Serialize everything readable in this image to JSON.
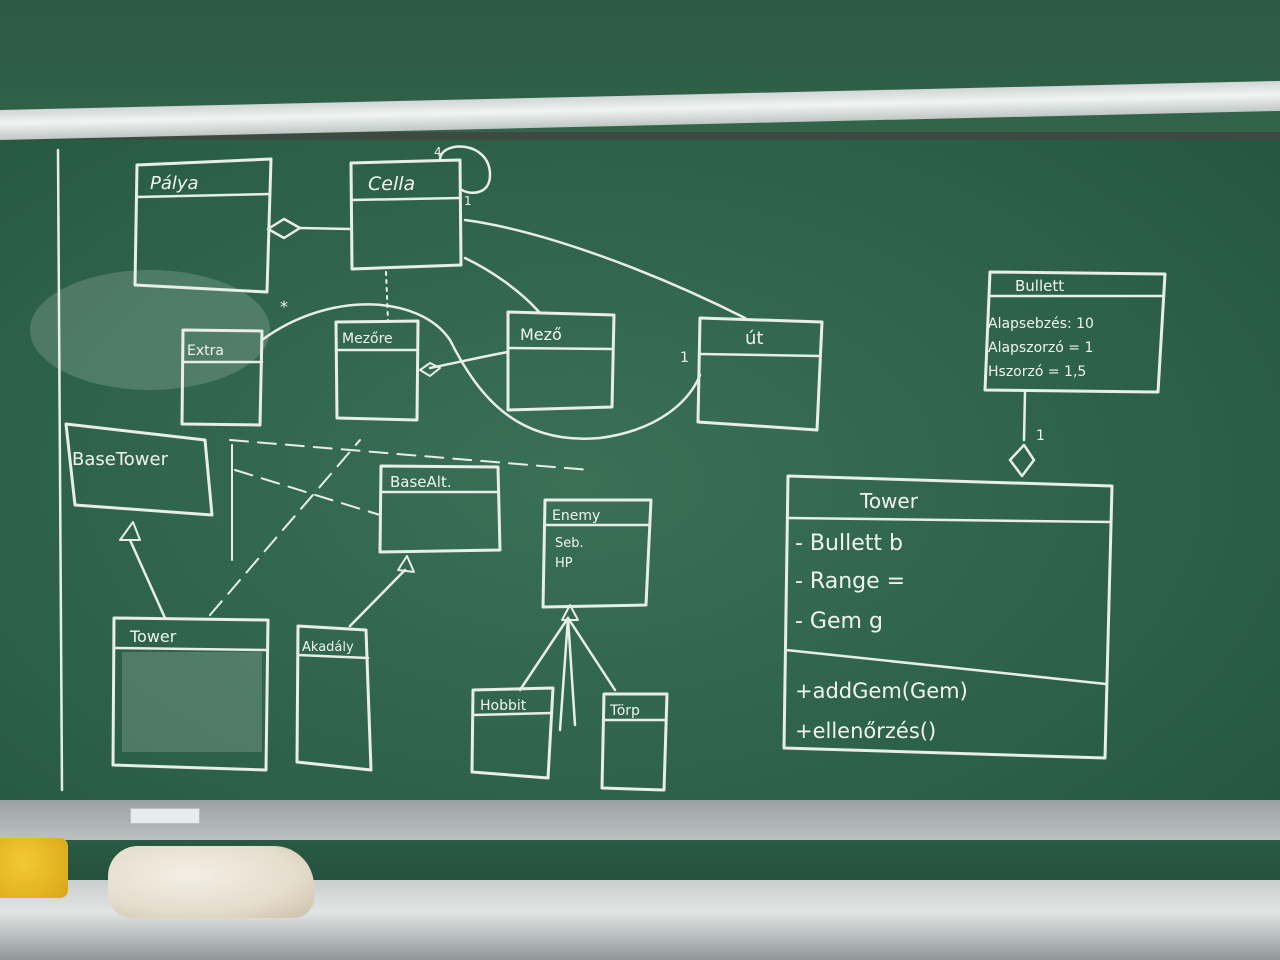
{
  "diagram": {
    "classes": {
      "palya": "Pálya",
      "cella": "Cella",
      "extra": "Extra",
      "mezo_upper": "Mezőre",
      "nezo": "Mező",
      "ut": "út",
      "basetower": "BaseTower",
      "basealt": "BaseAlt.",
      "enemy": "Enemy",
      "tower_small": "Tower",
      "akadaly": "Akadály",
      "hobbit": "Hobbit",
      "torp": "Törp",
      "bullett": "Bullett",
      "tower_big": "Tower"
    },
    "enemy_attrs": [
      "Seb.",
      "HP"
    ],
    "bullett_attrs": [
      "Alapsebzés: 10",
      "Alapszorzó = 1",
      "Hszorzó = 1,5"
    ],
    "tower_attrs": [
      "- Bullett b",
      "- Range =",
      "- Gem g"
    ],
    "tower_methods": [
      "+addGem(Gem)",
      "+ellenőrzés()"
    ],
    "multiplicities": {
      "cella_self": "4",
      "cella_right": "1",
      "extra_star": "*",
      "mezo_ut": "1",
      "bullett_tower": "1"
    }
  }
}
